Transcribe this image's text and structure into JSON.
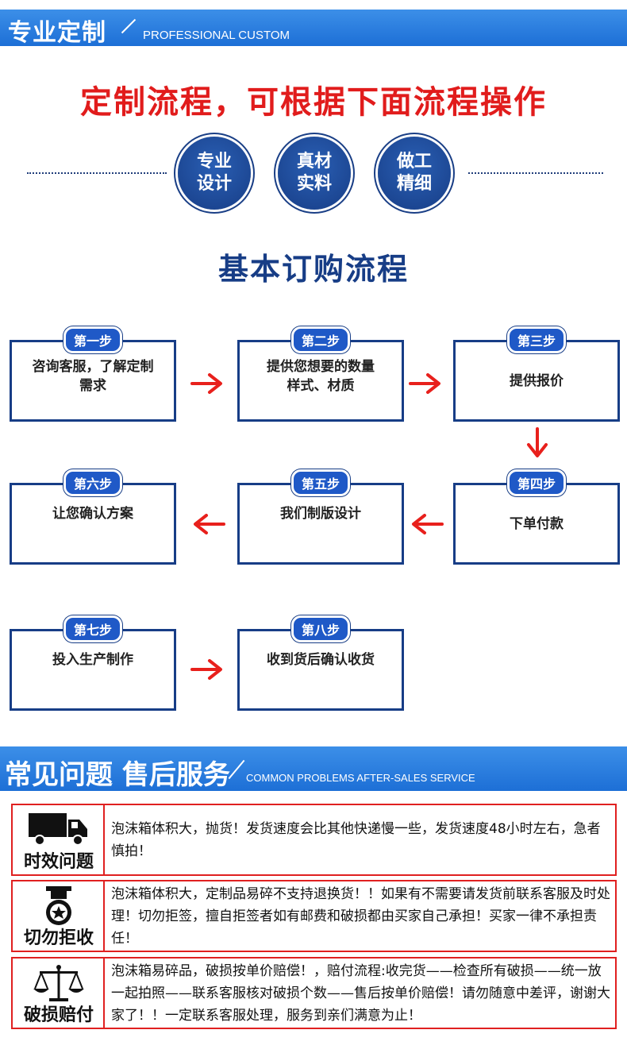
{
  "banner1": {
    "title_cn": "专业定制",
    "title_en": "PROFESSIONAL CUSTOM"
  },
  "headline": "定制流程，可根据下面流程操作",
  "features": [
    {
      "line1": "专业",
      "line2": "设计"
    },
    {
      "line1": "真材",
      "line2": "实料"
    },
    {
      "line1": "做工",
      "line2": "精细"
    }
  ],
  "process_title": "基本订购流程",
  "steps": [
    {
      "tab": "第一步",
      "line1": "咨询客服，了解定制",
      "line2": "需求"
    },
    {
      "tab": "第二步",
      "line1": "提供您想要的数量",
      "line2": "样式、材质"
    },
    {
      "tab": "第三步",
      "line1": "提供报价",
      "line2": ""
    },
    {
      "tab": "第四步",
      "line1": "下单付款",
      "line2": ""
    },
    {
      "tab": "第五步",
      "line1": "我们制版设计",
      "line2": ""
    },
    {
      "tab": "第六步",
      "line1": "让您确认方案",
      "line2": ""
    },
    {
      "tab": "第七步",
      "line1": "投入生产制作",
      "line2": ""
    },
    {
      "tab": "第八步",
      "line1": "收到货后确认收货",
      "line2": ""
    }
  ],
  "banner2": {
    "title_cn": "常见问题 售后服务",
    "title_en": "COMMON PROBLEMS AFTER-SALES SERVICE"
  },
  "faq": [
    {
      "label": "时效问题",
      "icon": "truck-icon",
      "text": "泡沫箱体积大，抛货！发货速度会比其他快递慢一些，发货速度48小时左右，急者慎拍！"
    },
    {
      "label": "切勿拒收",
      "icon": "medal-icon",
      "text": "泡沫箱体积大，定制品易碎不支持退换货！！如果有不需要请发货前联系客服及时处理！切勿拒签，擅自拒签者如有邮费和破损都由买家自己承担！买家一律不承担责任！"
    },
    {
      "label": "破损赔付",
      "icon": "scale-icon",
      "text": "泡沫箱易碎品，破损按单价赔偿！，赔付流程:收完货——检查所有破损——统一放一起拍照——联系客服核对破损个数——售后按单价赔偿！请勿随意中差评，谢谢大家了！！一定联系客服处理，服务到亲们满意为止！"
    }
  ],
  "colors": {
    "banner": "#1d6fd6",
    "headline": "#e11c1c",
    "navy": "#173d86",
    "tab": "#1f59c7",
    "arrow": "#e8201c",
    "faq_border": "#e02020"
  }
}
